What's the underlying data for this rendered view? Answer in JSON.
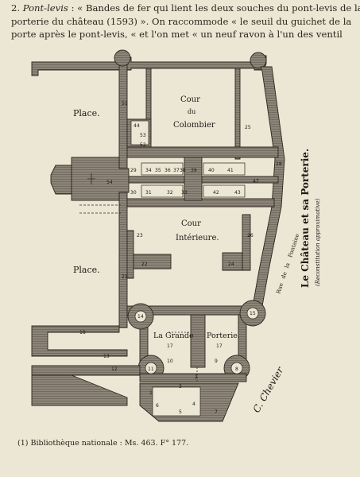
{
  "text": {
    "line1_num": "2.",
    "line1_head": "Pont-levis",
    "line1_rest": ": « Bandes de fer qui lient les deux souches du pont-levis de la",
    "line2": "porterie du château (1593) ». On raccommode « le seuil du guichet de la",
    "line3": "porte après le pont-levis, « et l'on met « un neuf ravon à l'un des ventil"
  },
  "plan": {
    "place_top": "Place.",
    "place_bottom": "Place.",
    "cour_colombier": [
      "Cour",
      "du",
      "Colombier"
    ],
    "cour_interieure": [
      "Cour",
      "Intérieure."
    ],
    "grande_porterie": [
      "La Grande",
      "Porterie."
    ],
    "street": [
      "Rue",
      "de",
      "la",
      "Fontaine"
    ],
    "title": "Le Château et sa Porterie.",
    "subtitle": "(Reconstitution approximative)",
    "signature": "C. Chevier",
    "room_numbers": {
      "n51": "51",
      "n44": "44",
      "n53": "53",
      "n52": "52",
      "n25": "25",
      "n28": "28",
      "n34": "34",
      "n35": "35",
      "n36": "36",
      "n37": "37",
      "n38": "38",
      "n39": "39",
      "n40": "40",
      "n41": "41",
      "n42": "42",
      "n43": "43",
      "n47": "47",
      "n31": "31",
      "n32": "32",
      "n33": "33",
      "n23": "23",
      "n22": "22",
      "n24": "24",
      "n21": "21",
      "n26": "26",
      "n14": "14",
      "n15": "15",
      "n17a": "17",
      "n17b": "17",
      "n18": "18",
      "n11": "11",
      "n10": "10",
      "n12": "12",
      "n13": "13",
      "n9": "9",
      "n8": "8",
      "n2": "2",
      "n3": "3",
      "n4": "4",
      "n5": "5",
      "n6": "6",
      "n1": "1",
      "n7": "7",
      "n54": "54",
      "n29": "29",
      "n30": "30"
    }
  },
  "footnote": "(1) Bibliothèque nationale : Ms. 463. F° 177."
}
